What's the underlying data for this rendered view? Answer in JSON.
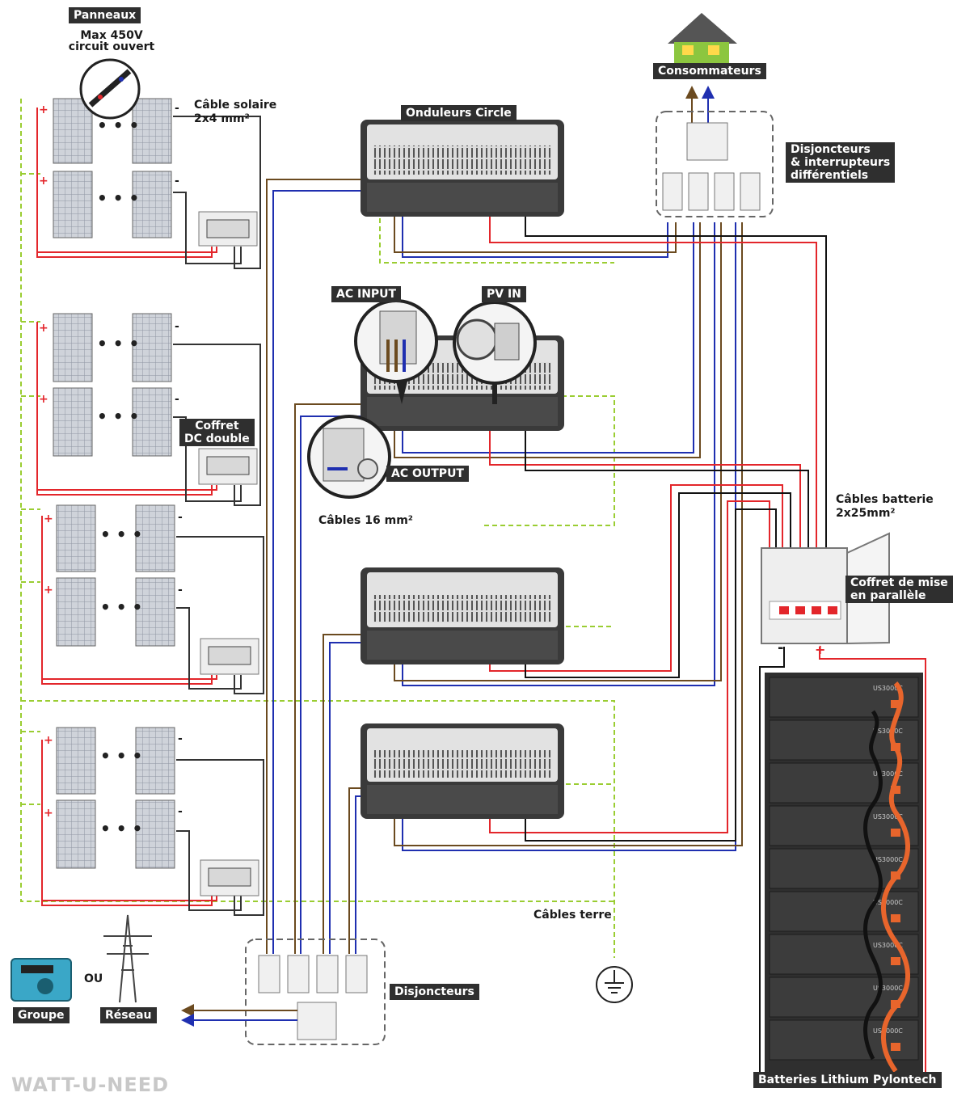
{
  "labels": {
    "panneaux": "Panneaux",
    "max_voltage_line1": "Max 450V",
    "max_voltage_line2": "circuit ouvert",
    "cable_solaire_line1": "Câble solaire",
    "cable_solaire_line2": "2x4 mm²",
    "onduleurs": "Onduleurs Circle",
    "consommateurs": "Consommateurs",
    "disjoncteurs_diff_line1": "Disjoncteurs",
    "disjoncteurs_diff_line2": "& interrupteurs",
    "disjoncteurs_diff_line3": "différentiels",
    "ac_input": "AC INPUT",
    "pv_in": "PV IN",
    "ac_output": "AC OUTPUT",
    "coffret_dc_line1": "Coffret",
    "coffret_dc_line2": "DC double",
    "cables_16": "Câbles 16 mm²",
    "cables_batterie_line1": "Câbles batterie",
    "cables_batterie_line2": "2x25mm²",
    "coffret_parallele_line1": "Coffret de mise",
    "coffret_parallele_line2": "en parallèle",
    "cables_terre": "Câbles terre",
    "disjoncteurs": "Disjoncteurs",
    "ou": "OU",
    "groupe": "Groupe",
    "reseau": "Réseau",
    "batteries": "Batteries Lithium Pylontech",
    "plus": "+",
    "minus": "-",
    "battery_model": "US3000C",
    "watermark": "WATT-U-NEED"
  },
  "colors": {
    "red": "#e3262b",
    "blue": "#1f2fb0",
    "brown": "#6b4a1f",
    "black": "#111111",
    "earth": "#9acd32",
    "tag_bg": "#2f2f2f",
    "battery_cable": "#e8652c"
  }
}
